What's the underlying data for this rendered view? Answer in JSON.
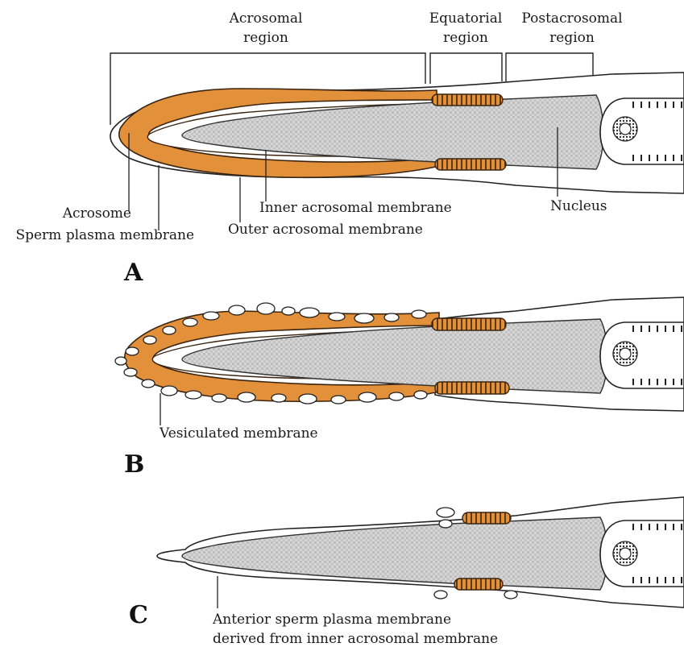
{
  "panels": {
    "a": "A",
    "b": "B",
    "c": "C"
  },
  "regions": {
    "acrosomal_line1": "Acrosomal",
    "acrosomal_line2": "region",
    "equatorial_line1": "Equatorial",
    "equatorial_line2": "region",
    "postacrosomal_line1": "Postacrosomal",
    "postacrosomal_line2": "region"
  },
  "labels_a": {
    "acrosome": "Acrosome",
    "sperm_plasma_membrane": "Sperm plasma membrane",
    "inner_acrosomal_membrane": "Inner acrosomal membrane",
    "outer_acrosomal_membrane": "Outer acrosomal membrane",
    "nucleus": "Nucleus"
  },
  "labels_b": {
    "vesiculated_membrane": "Vesiculated membrane"
  },
  "labels_c": {
    "anterior_line1": "Anterior sperm plasma membrane",
    "anterior_line2": "derived from inner acrosomal membrane"
  },
  "colors": {
    "acrosome": "#e2903a",
    "nucleus": "#cfcfcf",
    "outline": "#222222"
  }
}
